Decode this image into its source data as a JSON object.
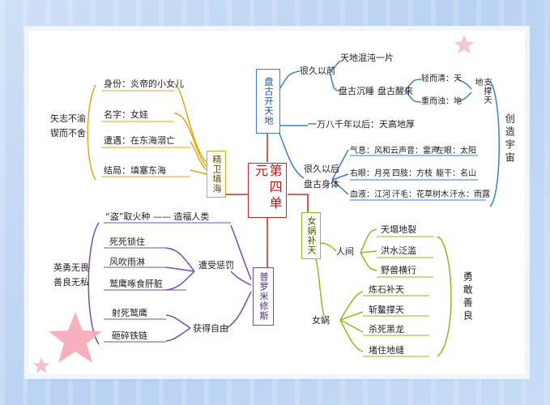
{
  "center": "第四单元",
  "topics": {
    "pangu": "盘古开天地",
    "jingwei": "精卫填海",
    "nuwa": "女娲补天",
    "prometheus": "普罗米修斯"
  },
  "pangu": {
    "long_ago": "很久以前",
    "chaos": "天地混沌一片",
    "pangu_sleep": "盘古沉睡",
    "pangu_wake": "盘古醒来",
    "light": "轻而清：天",
    "heavy": "重而浊：地",
    "support": "支撑天地",
    "years": "一万八千年以后：天高地厚",
    "long_after": "很久以后",
    "pangu_body": "盘古身体",
    "breath": "气息：风和云",
    "voice": "声音：雷声",
    "left_eye": "左眼：太阳",
    "right_eye": "右眼：月亮",
    "limbs": "四肢：方枝",
    "body": "躯干：名山",
    "blood": "血液：江河",
    "sweat": "汗毛：花草树木",
    "sweat2": "汗水：雨露",
    "create": "创造宇宙"
  },
  "jingwei": {
    "identity": "身份：炎帝的小女儿",
    "name": "名字：女娃",
    "fate": "遭遇：在东海溺亡",
    "ending": "结局：填塞东海",
    "spirit": "矢志不渝锲而不舍"
  },
  "nuwa": {
    "world": "人间",
    "sky": "天塌地裂",
    "flood": "洪水泛滥",
    "beasts": "野兽横行",
    "nuwa": "女娲",
    "stone": "炼石补天",
    "turtle": "斩鳌撑天",
    "dragon": "杀死黑龙",
    "ash": "堵住地缝",
    "virtue": "勇敢善良"
  },
  "prometheus": {
    "steal": "“盗”取火种 —— 造福人类",
    "punish": "遭受惩罚",
    "chain": "死死锁住",
    "wind": "风吹雨淋",
    "eagle": "鹫鹰啄食肝脏",
    "free": "获得自由",
    "shoot": "射死鹫鹰",
    "break": "砸碎铁链",
    "virtue": "英勇无畏善良无私"
  }
}
